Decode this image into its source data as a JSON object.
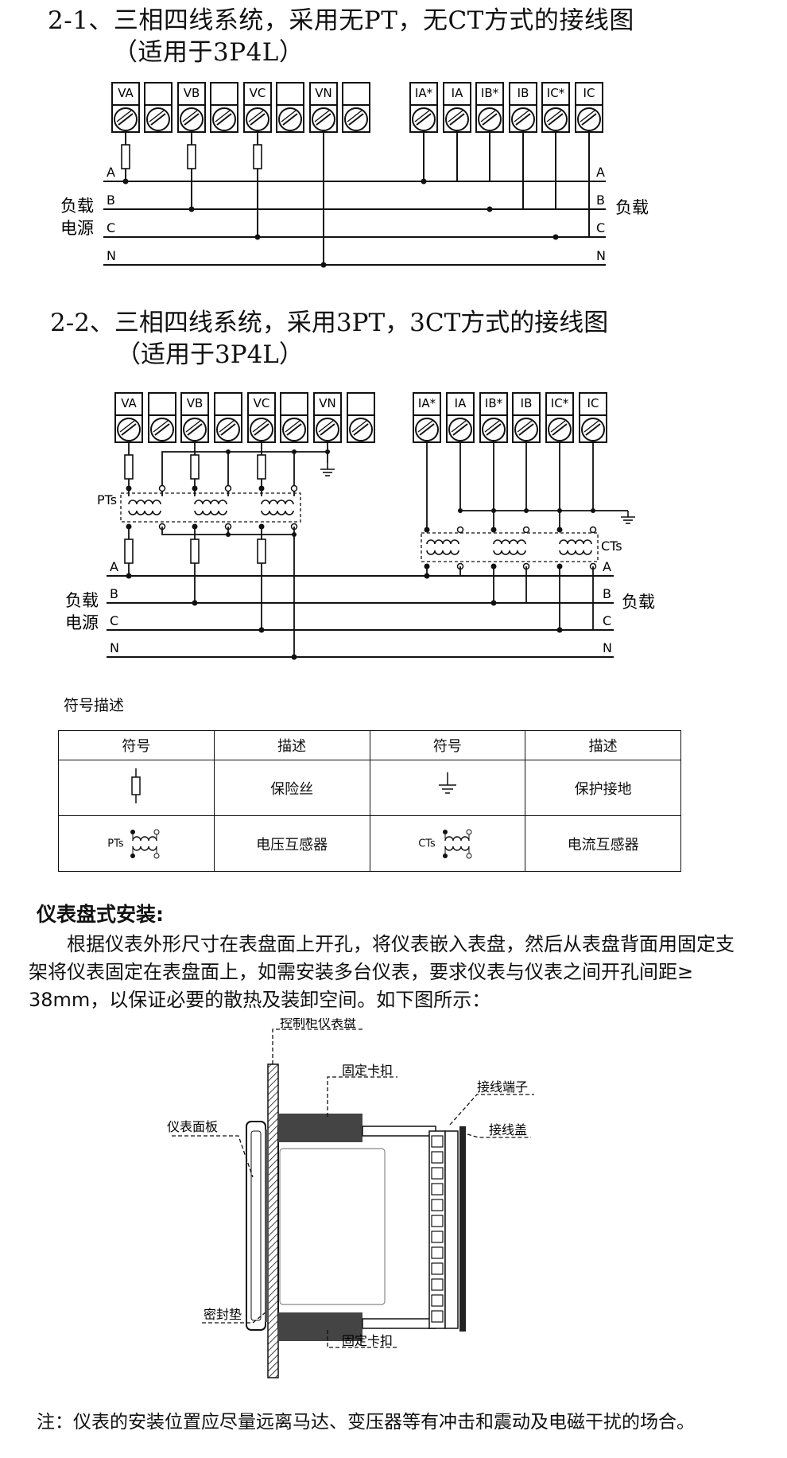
{
  "section_21": {
    "title": "2-1、三相四线系统，采用无PT，无CT方式的接线图",
    "subtitle": "（适用于3P4L）"
  },
  "section_22": {
    "title": "2-2、三相四线系统，采用3PT，3CT方式的接线图",
    "subtitle": "（适用于3P4L）"
  },
  "terminals_v": [
    "VA",
    "",
    "VB",
    "",
    "VC",
    "",
    "VN",
    ""
  ],
  "terminals_i": [
    "IA*",
    "IA",
    "IB*",
    "IB",
    "IC*",
    "IC"
  ],
  "phases": [
    "A",
    "B",
    "C",
    "N"
  ],
  "source_label": [
    "负载",
    "电源"
  ],
  "load_label": "负载",
  "pts_label": "PTs",
  "cts_label": "CTs",
  "legend": {
    "title": "符号描述",
    "headers": [
      "符号",
      "描述",
      "符号",
      "描述"
    ],
    "rows": [
      {
        "sym1": "",
        "desc1": "保险丝",
        "sym2": "",
        "desc2": "保护接地"
      },
      {
        "sym1": "PTs",
        "desc1": "电压互感器",
        "sym2": "CTs",
        "desc2": "电流互感器"
      }
    ]
  },
  "install": {
    "title": "仪表盘式安装:",
    "para": [
      "根据仪表外形尺寸在表盘面上开孔，将仪表嵌入表盘，然后从表盘背面用固定支",
      "架将仪表固定在表盘面上，如需安装多台仪表，要求仪表与仪表之间开孔间距≥",
      "38mm，以保证必要的散热及装卸空间。如下图所示："
    ],
    "labels": {
      "panel": "控制柜仪表盘",
      "clip_top": "固定卡扣",
      "terminal": "接线端子",
      "cover": "接线盖",
      "face": "仪表面板",
      "gasket": "密封垫",
      "clip_bottom": "固定卡扣"
    }
  },
  "note": "注：仪表的安装位置应尽量远离马达、变压器等有冲击和震动及电磁干扰的场合。"
}
